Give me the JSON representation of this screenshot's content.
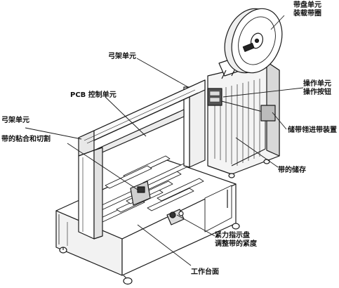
{
  "labels": {
    "reel_unit": "带盘单元",
    "reel_unit_desc": "装载带圈",
    "arch_unit_top": "弓架单元",
    "pcb_unit": "PCB 控制单元",
    "arch_unit_left": "弓架单元",
    "sealing_cutting": "带的粘合和切割",
    "operation_unit": "操作单元",
    "operation_buttons": "操作按钮",
    "feed_accumulator": "储带翎进带装置",
    "strap_storage": "带的储存",
    "tension_dial": "紧力指示盘",
    "tension_dial_desc": "调整带的紧度",
    "work_table": "工作台面"
  },
  "colors": {
    "line": "#1a1a1a",
    "fill": "#ffffff",
    "shade": "#dcdcdc",
    "dark": "#3a3a3a"
  }
}
